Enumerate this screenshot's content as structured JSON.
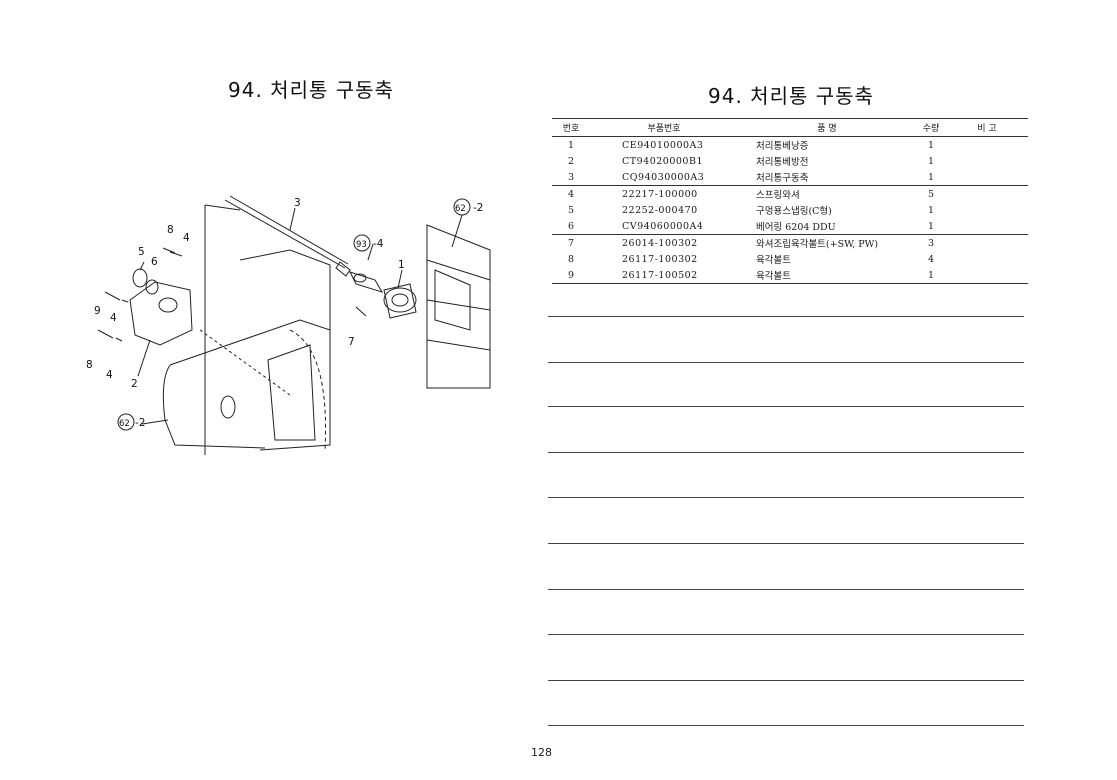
{
  "left_title": "94. 처리통 구동축",
  "right_title": "94. 처리통 구동축",
  "diagram": {
    "labels": {
      "l3": "3",
      "l62a": "62",
      "l62a_suffix": "-2",
      "l93": "93",
      "l93_suffix": "-4",
      "l1": "1",
      "l7": "7",
      "l8a": "8",
      "l4a": "4",
      "l5": "5",
      "l6": "6",
      "l9": "9",
      "l4b": "4",
      "l8b": "8",
      "l4c": "4",
      "l2": "2",
      "l62b": "62",
      "l62b_suffix": "-2"
    }
  },
  "table": {
    "headers": {
      "no": "번호",
      "part_no": "부품번호",
      "name": "품 명",
      "qty": "수량",
      "remarks": "비 고"
    },
    "rows": [
      {
        "no": "1",
        "part_no": "CE94010000A3",
        "name": "처리통베낭증",
        "qty": "1"
      },
      {
        "no": "2",
        "part_no": "CT94020000B1",
        "name": "처리통베방전",
        "qty": "1"
      },
      {
        "no": "3",
        "part_no": "CQ94030000A3",
        "name": "처리통구동축",
        "qty": "1"
      },
      {
        "no": "4",
        "part_no": "22217-100000",
        "name": "스프링와셔",
        "qty": "5"
      },
      {
        "no": "5",
        "part_no": "22252-000470",
        "name": "구멍용스냅링(C형)",
        "qty": "1"
      },
      {
        "no": "6",
        "part_no": "CV94060000A4",
        "name": "베어링 6204 DDU",
        "qty": "1"
      },
      {
        "no": "7",
        "part_no": "26014-100302",
        "name": "와셔조립육각볼트(+SW, PW)",
        "qty": "3"
      },
      {
        "no": "8",
        "part_no": "26117-100302",
        "name": "육각볼트",
        "qty": "4"
      },
      {
        "no": "9",
        "part_no": "26117-100502",
        "name": "육각볼트",
        "qty": "1"
      }
    ]
  },
  "page_number": "128"
}
